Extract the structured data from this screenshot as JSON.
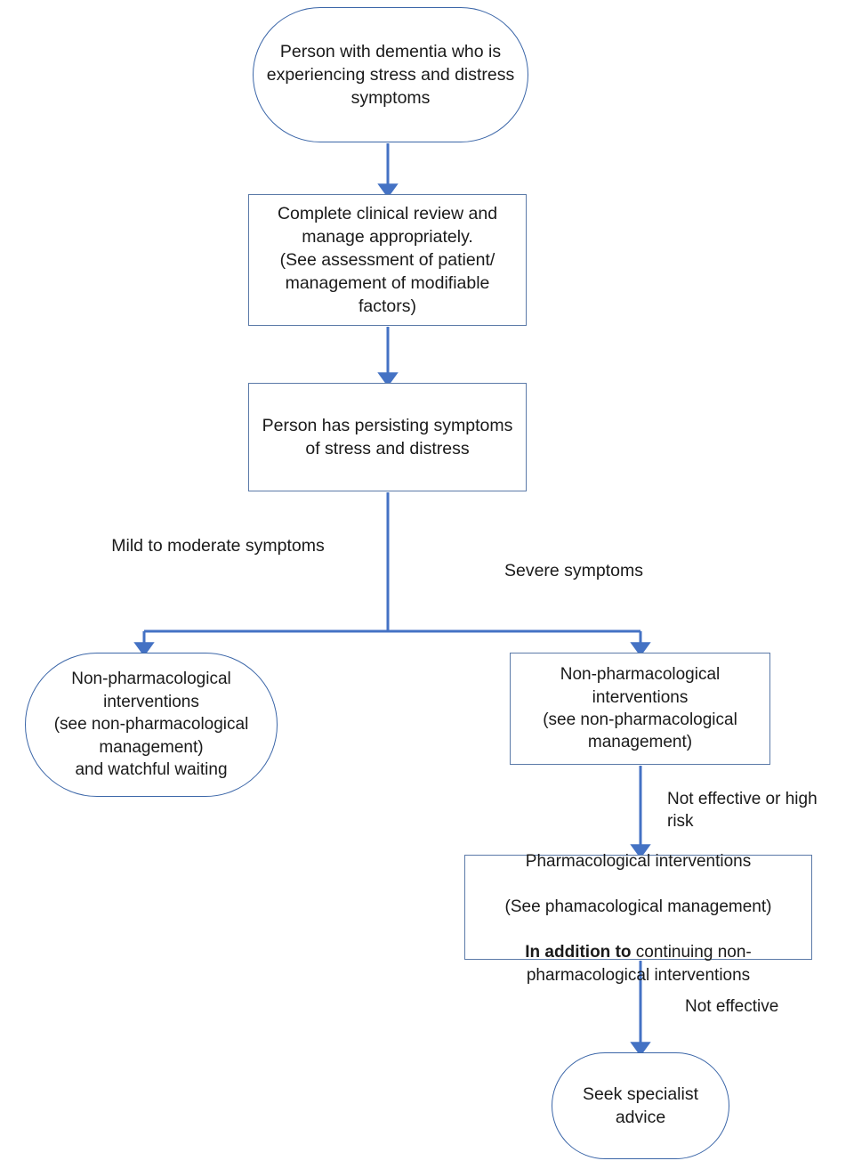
{
  "diagram": {
    "title": "Stress and distress in dementia management pathway",
    "colors": {
      "connector": "#4472C4",
      "rect_border": "#5b7aa8",
      "terminator_border": "#3b66a8",
      "text": "#1a1a1a",
      "background": "#ffffff"
    },
    "nodes": [
      {
        "id": "start",
        "shape": "terminator",
        "text": "Person with dementia who is experiencing stress and distress symptoms"
      },
      {
        "id": "review",
        "shape": "rect",
        "text": "Complete clinical review and manage appropriately.\n(See assessment of patient/ management of modifiable factors)"
      },
      {
        "id": "persist",
        "shape": "rect",
        "text": "Person has persisting symptoms of stress and distress"
      },
      {
        "id": "nonpharm-left",
        "shape": "terminator",
        "text": "Non-pharmacological interventions\n(see non-pharmacological management)\nand watchful waiting"
      },
      {
        "id": "nonpharm-right",
        "shape": "rect",
        "text": "Non-pharmacological interventions\n(see non-pharmacological management)"
      },
      {
        "id": "pharm",
        "shape": "rect",
        "line1": "Pharmacological interventions",
        "line2": "(See phamacological management)",
        "line3_bold": "In addition to",
        "line3_rest": " continuing non-pharmacological interventions"
      },
      {
        "id": "specialist",
        "shape": "terminator",
        "text": "Seek specialist advice"
      }
    ],
    "edge_labels": {
      "mild": "Mild to moderate symptoms",
      "severe": "Severe symptoms",
      "not_effective_or_high_risk": "Not effective or high risk",
      "not_effective": "Not effective"
    }
  }
}
